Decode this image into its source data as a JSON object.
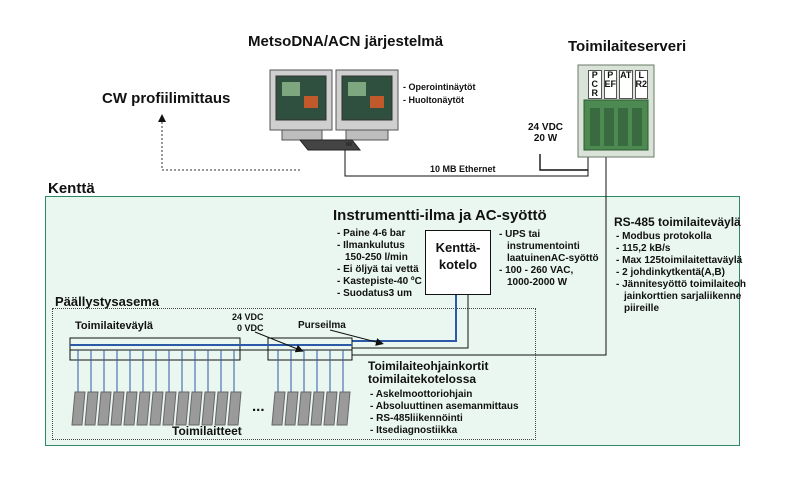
{
  "colors": {
    "field_bg": "#eaf7f0",
    "field_border": "#2e8a64",
    "bus_blue": "#2d5aa8",
    "actuator_gray": "#9a9a9a",
    "server_green": "#4c8a52"
  },
  "system": {
    "title": "MetsoDNA/ACN järjestelmä",
    "notes": [
      "- Operointinäytöt",
      "- Huoltonäytöt"
    ]
  },
  "cw": {
    "label": "CW profiilimittaus"
  },
  "server": {
    "title": "Toimilaiteserveri",
    "modules": [
      "PCR",
      "PEF",
      "AT",
      "LR2"
    ],
    "power": [
      "24 VDC",
      "20 W"
    ]
  },
  "ethernet": {
    "label": "10 MB Ethernet"
  },
  "field": {
    "label": "Kenttä"
  },
  "instrument": {
    "title": "Instrumentti-ilma ja AC-syöttö",
    "air": [
      "- Paine 4-6 bar",
      "- Ilmankulutus",
      "150-250 l/min",
      "- Ei öljyä tai vettä",
      "- Kastepiste-40 ºC",
      "- Suodatus3 um"
    ],
    "ups": [
      "- UPS tai",
      "instrumentointi",
      "laatuinenAC-syöttö",
      "- 100 - 260 VAC,",
      "1000-2000 W"
    ]
  },
  "kotelo": {
    "line1": "Kenttä-",
    "line2": "kotelo"
  },
  "rs485": {
    "title": "RS-485 toimilaiteväylä",
    "items": [
      "- Modbus protokolla",
      "- 115,2 kB/s",
      "- Max 125toimilaitettaväylä",
      "- 2 johdinkytkentä(A,B)",
      "- Jännitesyöttö toimilaiteoh",
      "jainkorttien sarjaliikenne",
      "piireille"
    ]
  },
  "station": {
    "title": "Päällystysasema",
    "bus_label": "Toimilaiteväylä",
    "power": [
      "24 VDC",
      "0 VDC"
    ],
    "purge_label": "Purseilma",
    "cards_title": [
      "Toimilaiteohjainkortit",
      "toimilaitekotelossa"
    ],
    "cards_items": [
      "- Askelmoottoriohjain",
      "- Absoluuttinen asemanmittaus",
      "- RS-485liikennöinti",
      "- Itsediagnostiikka"
    ],
    "actuators_label": "Toimilaitteet",
    "ellipsis": "..."
  }
}
